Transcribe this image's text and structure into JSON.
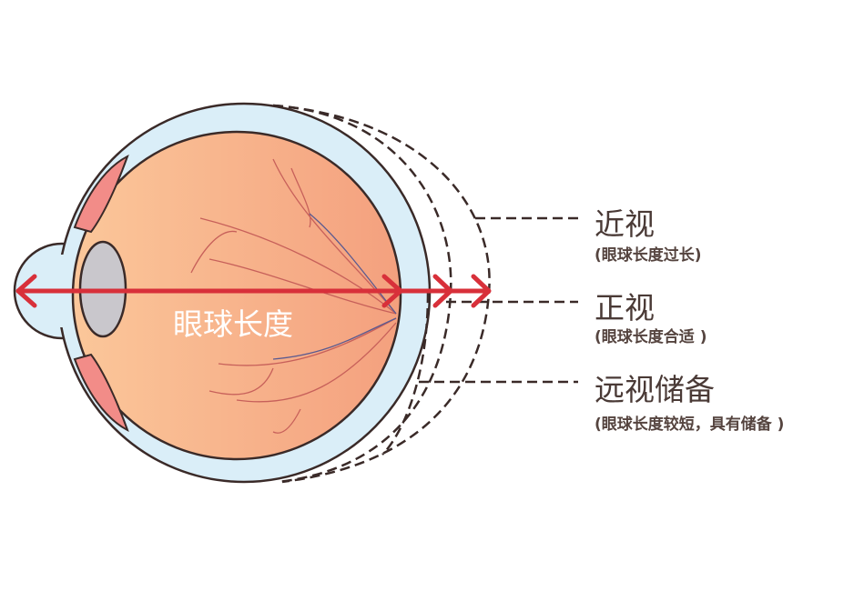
{
  "diagram": {
    "axis_label": "眼球长度",
    "labels": [
      {
        "title": "近视",
        "subtitle": "(眼球长度过长)"
      },
      {
        "title": "正视",
        "subtitle": "(眼球长度合适 )"
      },
      {
        "title": "远视储备",
        "subtitle": "(眼球长度较短，具有储备 )"
      }
    ],
    "colors": {
      "arrow": "#d8303a",
      "sclera": "#daeef8",
      "eyeball": "#f7b184",
      "outline": "#3a2a28",
      "lens": "#c9c7cc"
    }
  }
}
